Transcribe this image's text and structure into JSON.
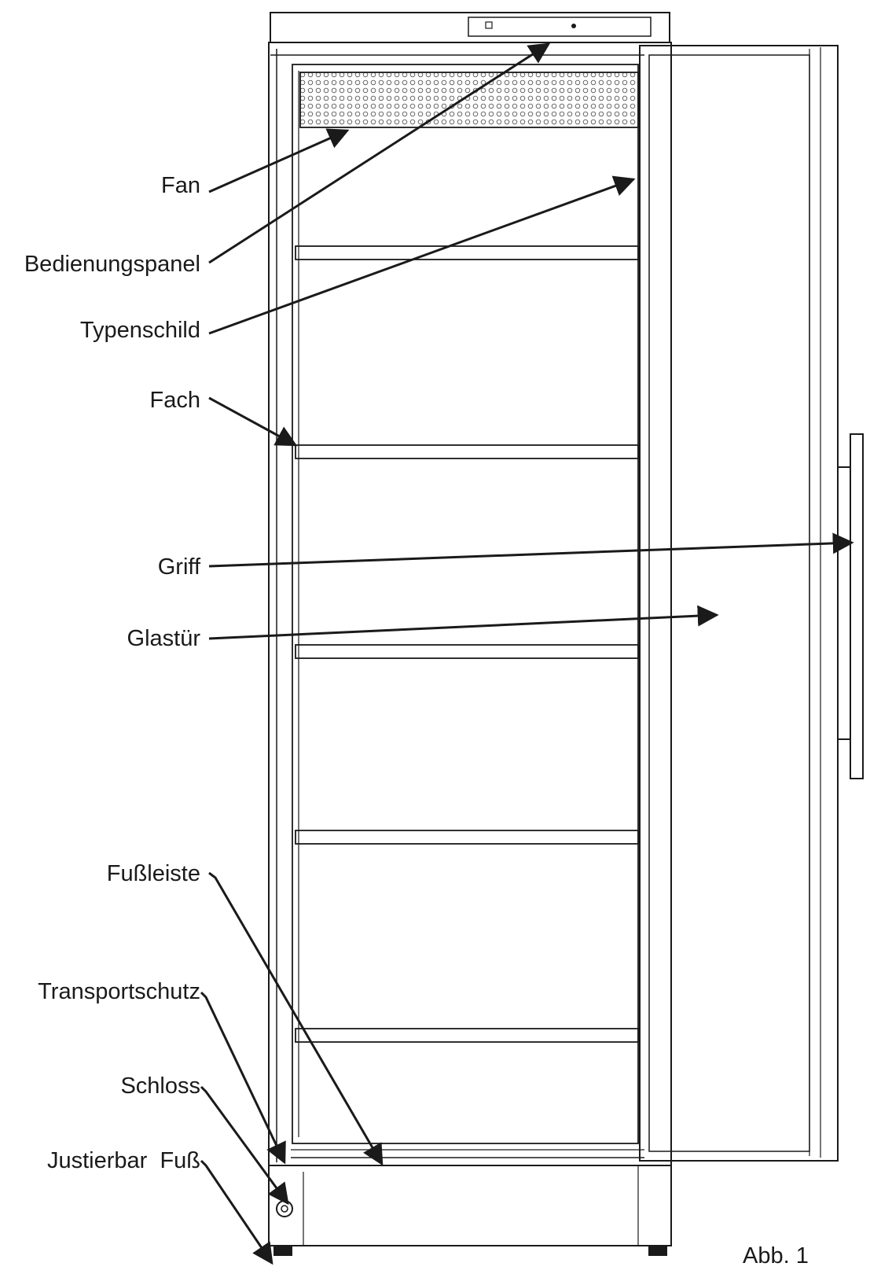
{
  "labels": {
    "fan": "Fan",
    "bedienungspanel": "Bedienungspanel",
    "typenschild": "Typenschild",
    "fach": "Fach",
    "griff": "Griff",
    "glastuer": "Glastür",
    "fussleiste": "Fußleiste",
    "transportschutz": "Transportschutz",
    "schloss": "Schloss",
    "justierbar_fuss": "Justierbar  Fuß"
  },
  "figure_caption": "Abb. 1",
  "colors": {
    "line": "#1a1a1a",
    "background": "#ffffff",
    "vent_grille": "#bdbdbd"
  }
}
